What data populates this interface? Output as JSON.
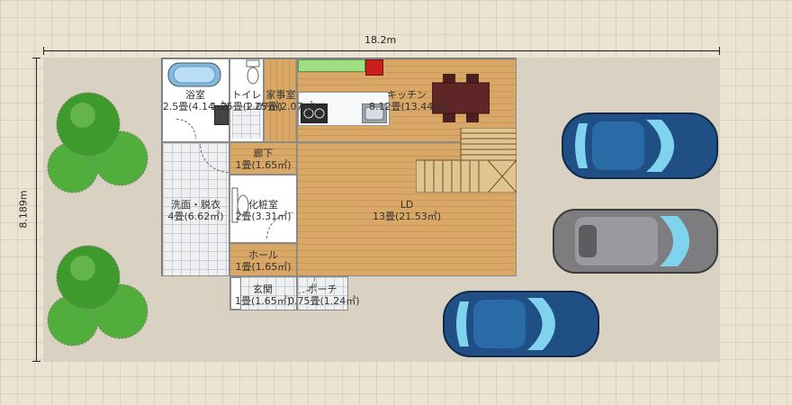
{
  "dimensions": {
    "width_label": "18.2m",
    "height_label": "8.189m"
  },
  "rooms": {
    "bath": {
      "name": "浴室",
      "area": "2.5畳(4.14㎡)"
    },
    "toilet": {
      "name": "トイレ",
      "area": "1.25畳(2.07㎡)"
    },
    "utility": {
      "name": "家事室",
      "area": "1.25畳(2.07㎡)"
    },
    "kitchen": {
      "name": "キッチン",
      "area": "8.12畳(13.44㎡)"
    },
    "corridor": {
      "name": "廊下",
      "area": "1畳(1.65㎡)"
    },
    "washroom": {
      "name": "洗面・脱衣",
      "area": "4畳(6.62㎡)"
    },
    "powder": {
      "name": "化粧室",
      "area": "2畳(3.31㎡)"
    },
    "ld": {
      "name": "LD",
      "area": "13畳(21.53㎡)"
    },
    "hall": {
      "name": "ホール",
      "area": "1畳(1.65㎡)"
    },
    "entrance": {
      "name": "玄関",
      "area": "1畳(1.65㎡)"
    },
    "porch": {
      "name": "ポーチ",
      "area": "0.75畳(1.24㎡)"
    }
  },
  "colors": {
    "car_blue": "#1f4f84",
    "car_gray": "#7d7d80",
    "tree_green": "#3f9a2c"
  }
}
